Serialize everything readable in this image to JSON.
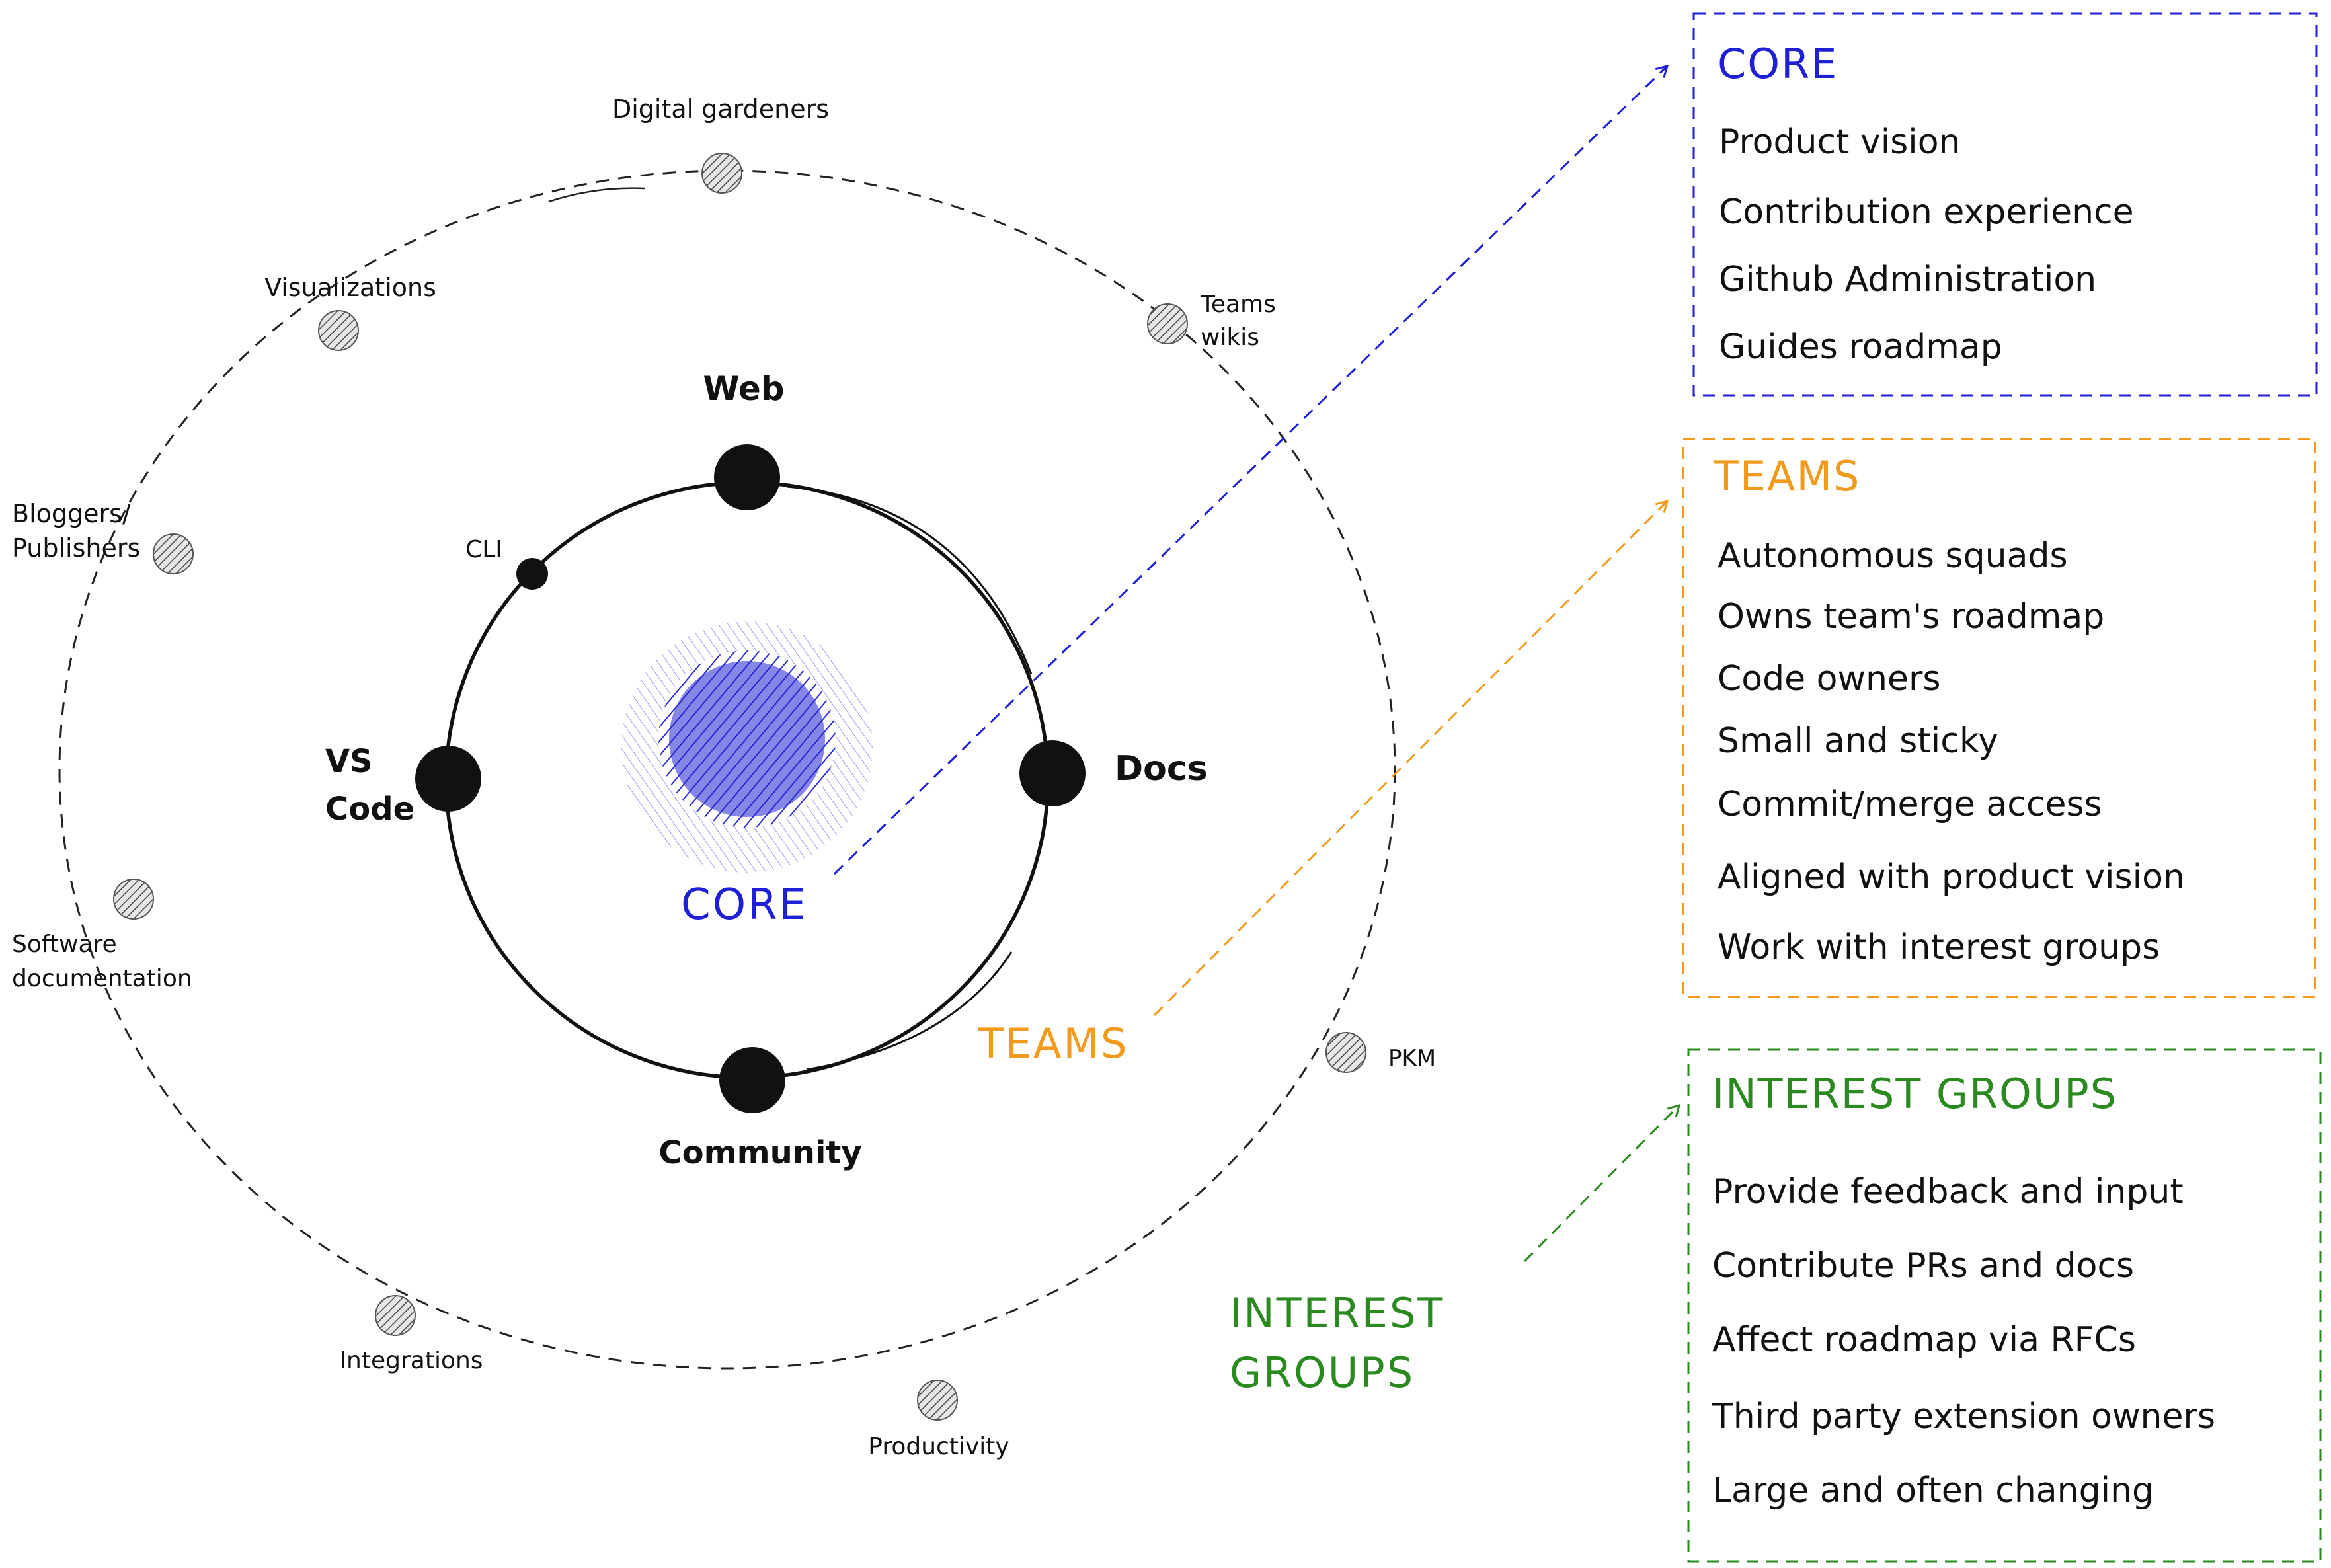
{
  "colors": {
    "core": "#1f1fd6",
    "teams": "#f29a1b",
    "interest_groups": "#2a8a1f",
    "ink": "#111111"
  },
  "center_label": "CORE",
  "inner_nodes": {
    "web": "Web",
    "cli": "CLI",
    "docs": "Docs",
    "community": "Community",
    "vscode_line1": "VS",
    "vscode_line2": "Code"
  },
  "ring_labels": {
    "teams": "TEAMS",
    "interest_line1": "INTEREST",
    "interest_line2": "GROUPS"
  },
  "outer_nodes": {
    "digital_gardeners": "Digital gardeners",
    "visualizations": "Visualizations",
    "teams_wikis_line1": "Teams",
    "teams_wikis_line2": "wikis",
    "bloggers_line1": "Bloggers/",
    "bloggers_line2": "Publishers",
    "software_line1": "Software",
    "software_line2": "documentation",
    "pkm": "PKM",
    "integrations": "Integrations",
    "productivity": "Productivity"
  },
  "boxes": {
    "core": {
      "title": "CORE",
      "items": [
        "Product vision",
        "Contribution experience",
        "Github Administration",
        "Guides roadmap"
      ]
    },
    "teams": {
      "title": "TEAMS",
      "items": [
        "Autonomous squads",
        "Owns team's roadmap",
        "Code owners",
        "Small and sticky",
        "Commit/merge access",
        "Aligned with product vision",
        "Work with interest groups"
      ]
    },
    "interest_groups": {
      "title": "INTEREST GROUPS",
      "items": [
        "Provide feedback and input",
        "Contribute PRs and docs",
        "Affect roadmap via RFCs",
        "Third party extension owners",
        "Large and often changing"
      ]
    }
  }
}
